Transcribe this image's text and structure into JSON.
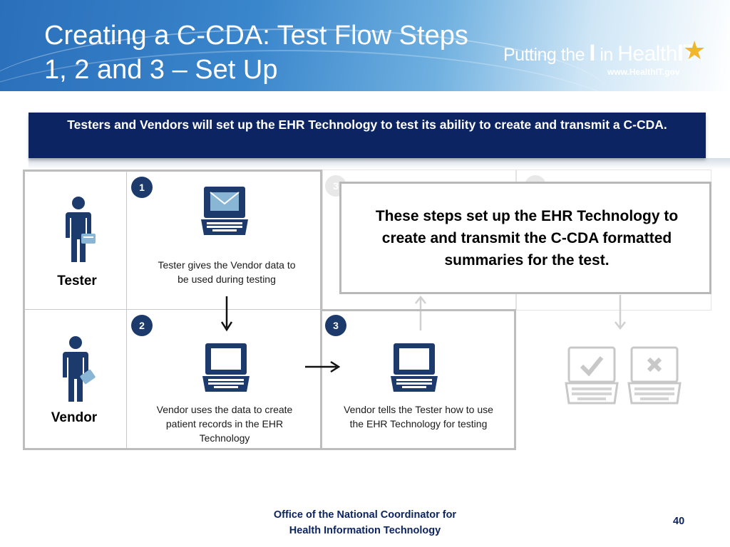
{
  "header": {
    "title_line1": "Creating a C-CDA: Test Flow Steps",
    "title_line2": "1, 2 and 3 – Set Up",
    "logo_text_pre": "Putting the ",
    "logo_text_i": "I",
    "logo_text_in": " in ",
    "logo_text_health": "Health",
    "logo_text_it": "IT",
    "logo_url": "www.HealthIT.gov"
  },
  "banner": {
    "text": "Testers and  Vendors will set up the EHR Technology to test its ability to create and transmit a C-CDA."
  },
  "roles": {
    "tester": "Tester",
    "vendor": "Vendor"
  },
  "steps": [
    {
      "number": "1",
      "caption": "Tester gives the Vendor data to be used during testing"
    },
    {
      "number": "2",
      "caption": "Vendor uses the data to create patient records in the EHR Technology"
    },
    {
      "number": "3",
      "caption": "Vendor tells the Tester how to use the EHR Technology for testing"
    }
  ],
  "ghost_badges": [
    "3",
    "4"
  ],
  "callout": {
    "text": "These steps set up the EHR Technology to create and transmit the C-CDA formatted summaries for the test."
  },
  "footer": {
    "line1": "Office of the National Coordinator for",
    "line2": "Health Information Technology",
    "page_number": "40"
  },
  "colors": {
    "navy": "#0c2461",
    "badge": "#1c3a6b",
    "icon": "#1c3a6b",
    "accent_star": "#f2b62b"
  }
}
